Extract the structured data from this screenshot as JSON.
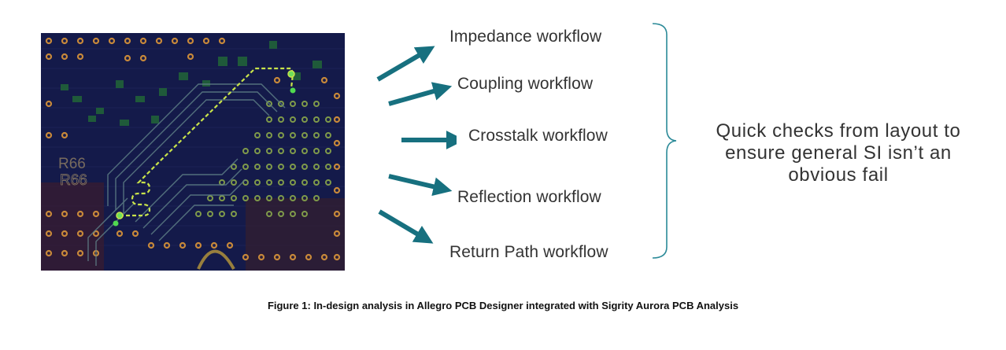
{
  "pcb": {
    "silkscreen_labels": [
      "R66",
      "R66"
    ]
  },
  "workflows": [
    {
      "label": "Impedance workflow"
    },
    {
      "label": "Coupling workflow"
    },
    {
      "label": "Crosstalk workflow"
    },
    {
      "label": "Reflection workflow"
    },
    {
      "label": "Return Path workflow"
    }
  ],
  "summary": {
    "lines": [
      "Quick checks from layout to",
      "ensure general SI isn’t an",
      "obvious fail"
    ]
  },
  "caption": "Figure 1: In-design analysis in Allegro PCB Designer integrated with Sigrity Aurora PCB Analysis",
  "colors": {
    "arrow": "#17707f",
    "brace": "#2b8a98",
    "board": "#141a4a",
    "trace_highlight": "#c8e34a",
    "via": "#c7883a"
  }
}
